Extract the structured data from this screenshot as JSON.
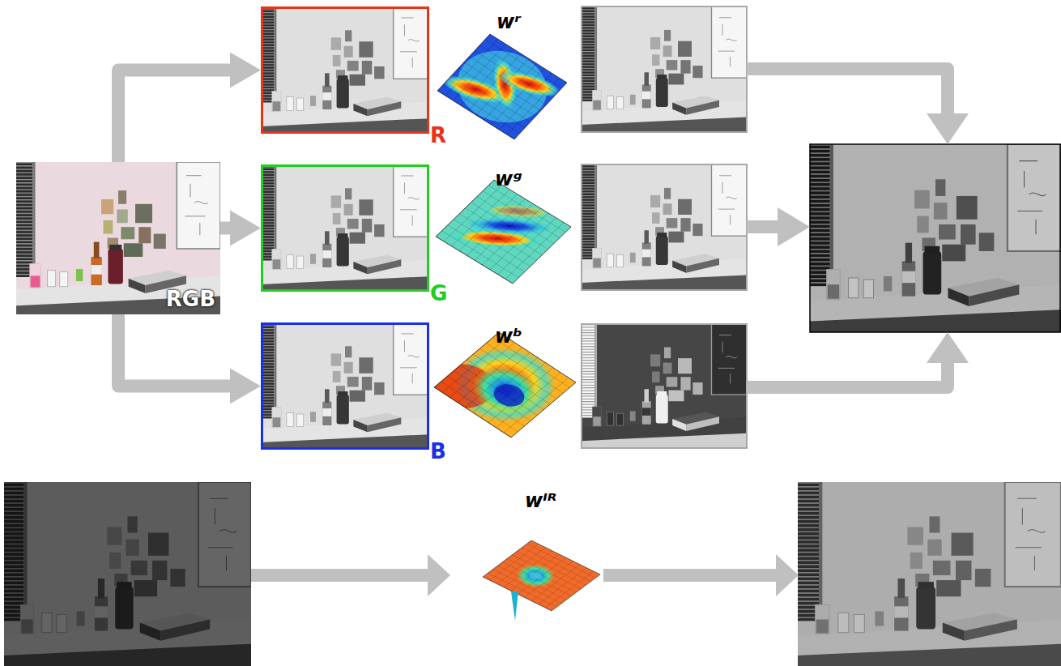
{
  "diagram": {
    "nodes": [
      {
        "text": [
          "RGB"
        ]
      },
      {
        "text": [
          "R"
        ]
      },
      {
        "text": [
          "G"
        ]
      },
      {
        "text": [
          "B"
        ]
      }
    ],
    "edges": [
      {
        "from": 0,
        "to": 1,
        "arrow": "to"
      },
      {
        "from": 0,
        "to": 2,
        "arrow": "to"
      },
      {
        "from": 0,
        "to": 3,
        "arrow": "to"
      }
    ],
    "labels": [
      "wʳ",
      "wᵍ",
      "wᵇ",
      "wᴵᴿ"
    ]
  }
}
